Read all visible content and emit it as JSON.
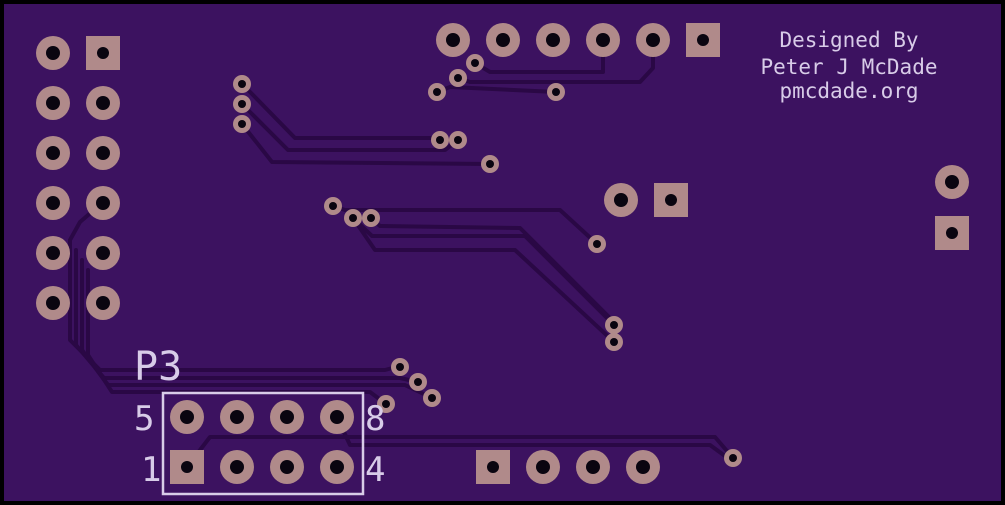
{
  "board": {
    "credits": {
      "line1": "Designed By",
      "line2": "Peter J McDade",
      "line3": "pmcdade.org"
    },
    "connector": {
      "designator": "P3",
      "pin_top_left": "5",
      "pin_top_right": "8",
      "pin_bottom_left": "1",
      "pin_bottom_right": "4"
    }
  },
  "colors": {
    "board_fill": "#3c1260",
    "board_edge": "#000000",
    "trace": "#2e0b4c",
    "pad_copper": "#b08a8a",
    "pad_hole": "#0a0510",
    "silkscreen": "#d8cce8"
  }
}
